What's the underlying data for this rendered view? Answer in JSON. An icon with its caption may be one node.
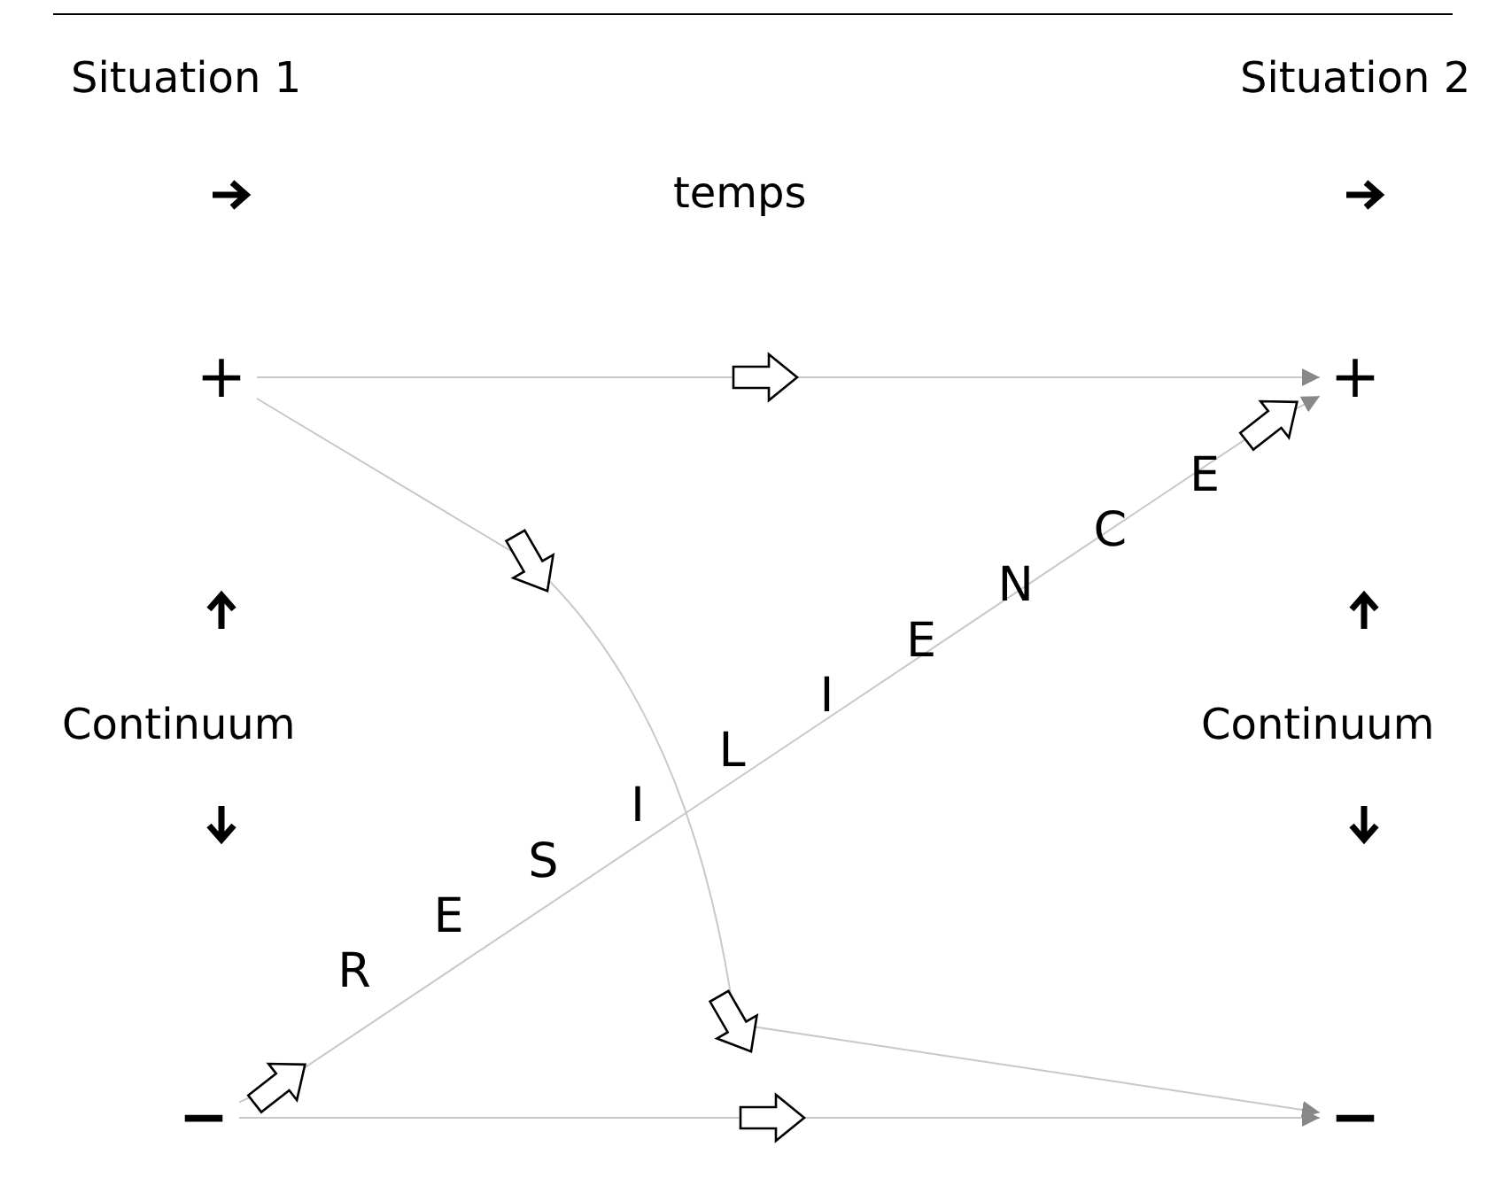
{
  "diagram": {
    "nodes": [
      {
        "text": [
          "+"
        ]
      },
      {
        "text": [
          "−"
        ]
      },
      {
        "text": [
          "+"
        ]
      },
      {
        "text": [
          "−"
        ]
      }
    ],
    "edges": [
      {
        "from": 0,
        "to": 2,
        "arrow": "to"
      },
      {
        "from": 0,
        "to": 3,
        "arrow": "to"
      },
      {
        "from": 1,
        "to": 2,
        "arrow": "to",
        "label": "RESILIENCE"
      },
      {
        "from": 1,
        "to": 3,
        "arrow": "to"
      }
    ],
    "labels": [
      "Situation 1",
      "Situation 2",
      "temps",
      "Continuum",
      "Continuum"
    ]
  }
}
